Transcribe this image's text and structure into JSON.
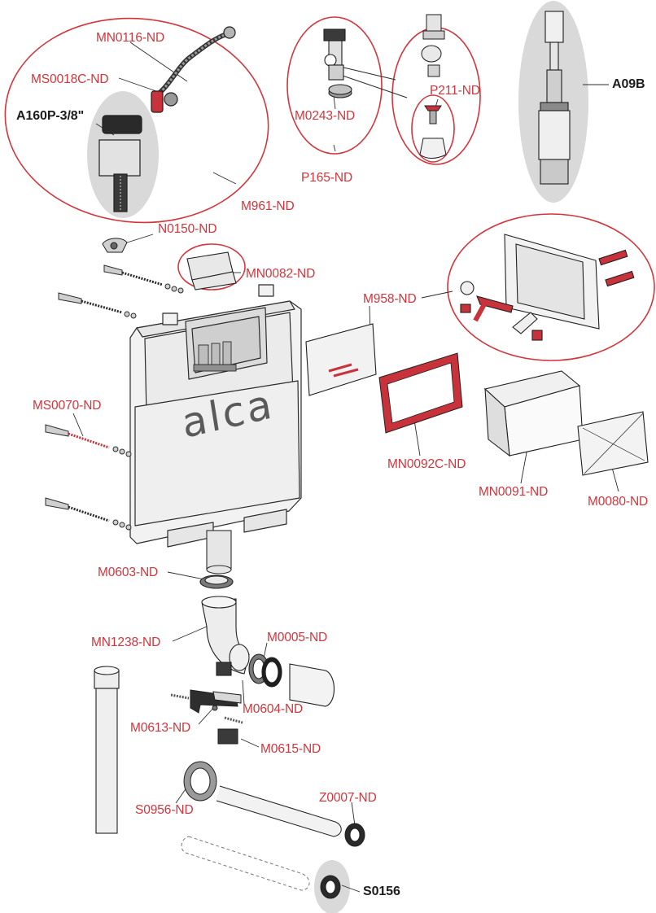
{
  "brand": "alca",
  "labels": {
    "mn0116": "MN0116-ND",
    "ms0018c": "MS0018C-ND",
    "a160p": "A160P-3/8\"",
    "m961": "M961-ND",
    "m0243": "M0243-ND",
    "p165": "P165-ND",
    "p211": "P211-ND",
    "a09b": "A09B",
    "n0150": "N0150-ND",
    "mn0082": "MN0082-ND",
    "m958": "M958-ND",
    "ms0070": "MS0070-ND",
    "mn0092c": "MN0092C-ND",
    "mn0091": "MN0091-ND",
    "m0080": "M0080-ND",
    "m0603": "M0603-ND",
    "mn1238": "MN1238-ND",
    "m0005": "M0005-ND",
    "m0604": "M0604-ND",
    "m0613": "M0613-ND",
    "m0615": "M0615-ND",
    "s0956": "S0956-ND",
    "z0007": "Z0007-ND",
    "s0156": "S0156"
  },
  "colors": {
    "accent_red": "#d2353c",
    "part_red": "#c8323a",
    "outline": "#2b2b2b",
    "highlight_gray": "#d9d9d9",
    "label_black": "#1c1c1c"
  }
}
